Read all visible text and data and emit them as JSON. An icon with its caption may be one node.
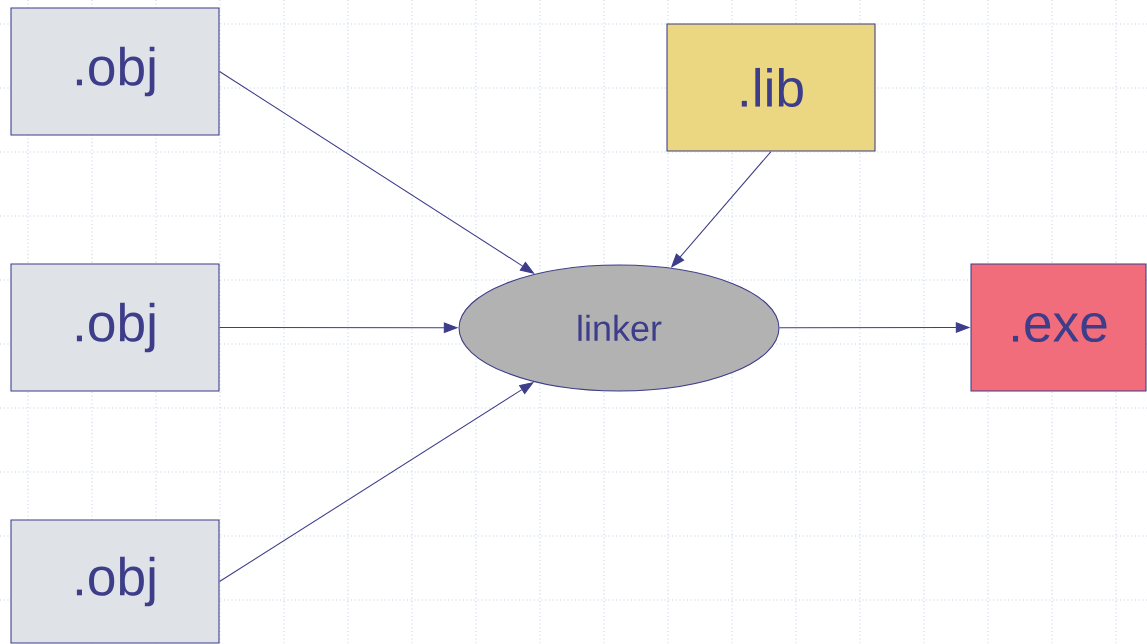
{
  "diagram": {
    "nodes": [
      {
        "text": [
          ".obj"
        ]
      },
      {
        "text": [
          ".obj"
        ]
      },
      {
        "text": [
          ".obj"
        ]
      },
      {
        "text": [
          ".lib"
        ]
      },
      {
        "text": [
          "linker"
        ]
      },
      {
        "text": [
          ".exe"
        ]
      }
    ],
    "edges": [
      {
        "from": 0,
        "to": 4,
        "arrow": "to"
      },
      {
        "from": 1,
        "to": 4,
        "arrow": "to"
      },
      {
        "from": 2,
        "to": 4,
        "arrow": "to"
      },
      {
        "from": 3,
        "to": 4,
        "arrow": "to"
      },
      {
        "from": 4,
        "to": 5,
        "arrow": "to"
      }
    ]
  }
}
